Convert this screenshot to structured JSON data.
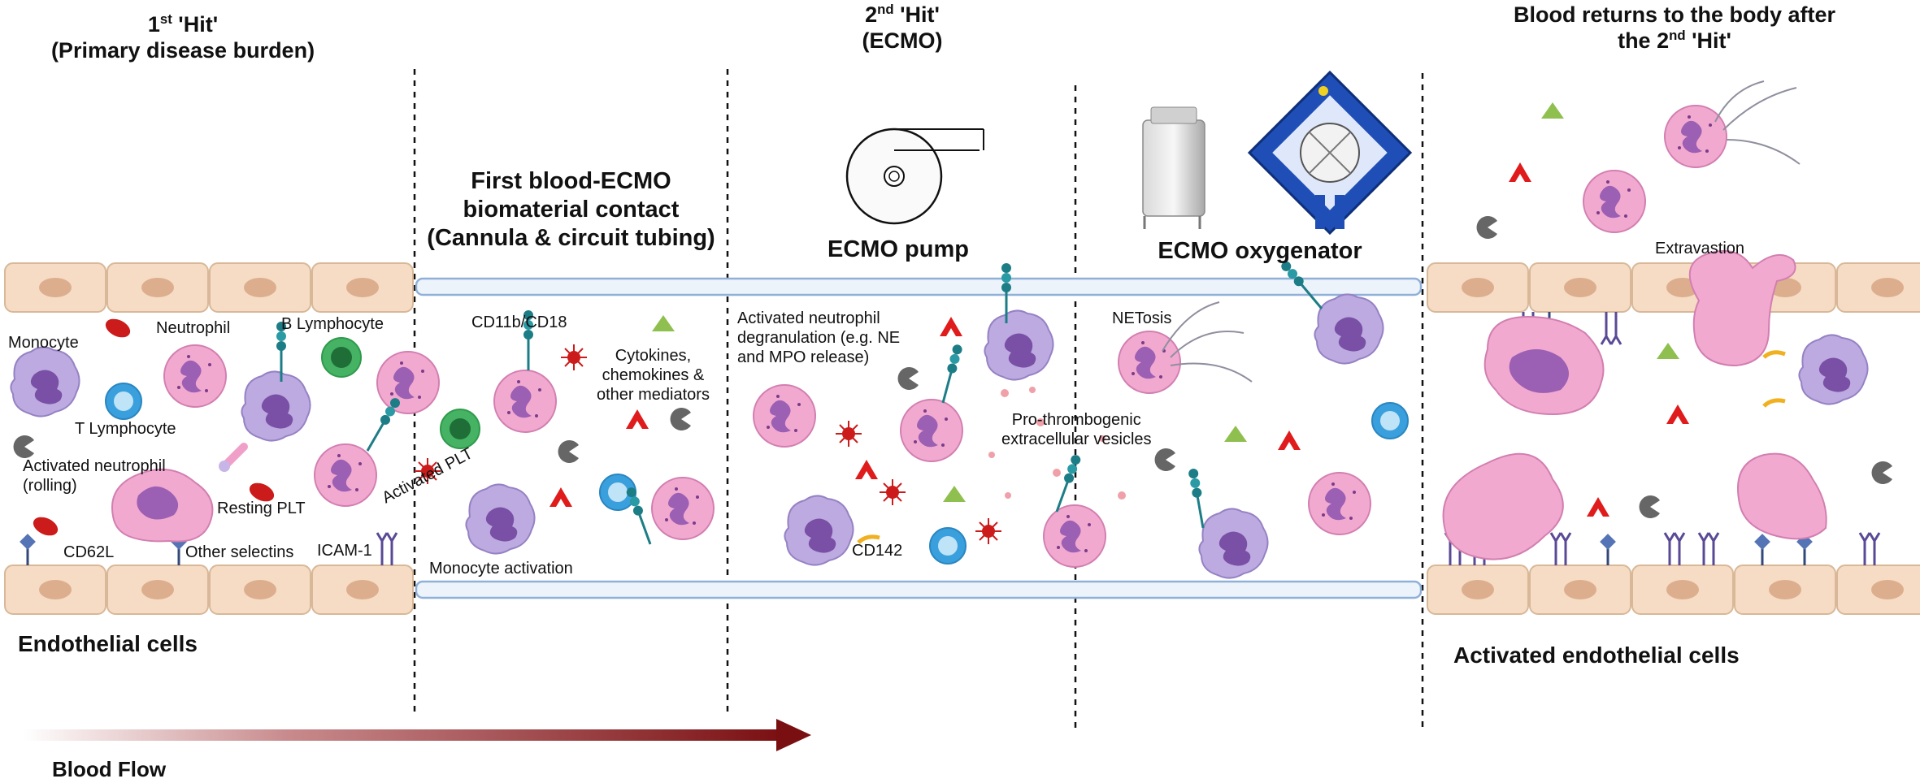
{
  "headers": {
    "hit1_line1": "1",
    "hit1_sup": "st",
    "hit1_rest": " 'Hit'",
    "hit1_line2": "(Primary disease burden)",
    "hit2_line1": "2",
    "hit2_sup": "nd",
    "hit2_rest": " 'Hit'",
    "hit2_line2": "(ECMO)",
    "return_line1": "Blood returns to the body after",
    "return_line2_pre": "the 2",
    "return_line2_sup": "nd",
    "return_line2_post": " 'Hit'"
  },
  "sections": {
    "contact_line1": "First blood-ECMO",
    "contact_line2": "biomaterial contact",
    "contact_line3": "(Cannula & circuit tubing)",
    "pump": "ECMO pump",
    "oxygenator": "ECMO oxygenator"
  },
  "labels": {
    "monocyte": "Monocyte",
    "neutrophil": "Neutrophil",
    "b_lymphocyte": "B Lymphocyte",
    "t_lymphocyte": "T Lymphocyte",
    "activated_neutrophil_1": "Activated neutrophil",
    "activated_neutrophil_2": "(rolling)",
    "resting_plt": "Resting PLT",
    "cd62l": "CD62L",
    "other_selectins": "Other selectins",
    "icam1": "ICAM-1",
    "cd11b": "CD11b/CD18",
    "cytokines_1": "Cytokines,",
    "cytokines_2": "chemokines &",
    "cytokines_3": "other mediators",
    "activated_plt": "Activated PLT",
    "monocyte_activation": "Monocyte activation",
    "degran_1": "Activated neutrophil",
    "degran_2": "degranulation (e.g. NE",
    "degran_3": "and MPO release)",
    "cd142": "CD142",
    "prothrombo_1": "Pro-thrombogenic",
    "prothrombo_2": "extracellular vesicles",
    "netosis": "NETosis",
    "extravasation": "Extravastion",
    "endothelial": "Endothelial cells",
    "activated_endothelial": "Activated endothelial cells",
    "blood_flow": "Blood Flow"
  },
  "colors": {
    "endothelial_fill": "#f6dcc4",
    "endothelial_nucleus": "#dcae8e",
    "neutrophil_fill": "#f2a9d0",
    "neutrophil_nucleus": "#9b5fb3",
    "monocyte_fill": "#bcaae0",
    "tcell_fill": "#3aa0dd",
    "bcell_fill": "#45b363",
    "platelet_red": "#cc1b1b",
    "cytokine_red": "#e01b1b",
    "cytokine_green": "#8fc04f",
    "cytokine_grey": "#666666",
    "tubing": "#8fb0d8",
    "arrow": "#7a0f12"
  }
}
